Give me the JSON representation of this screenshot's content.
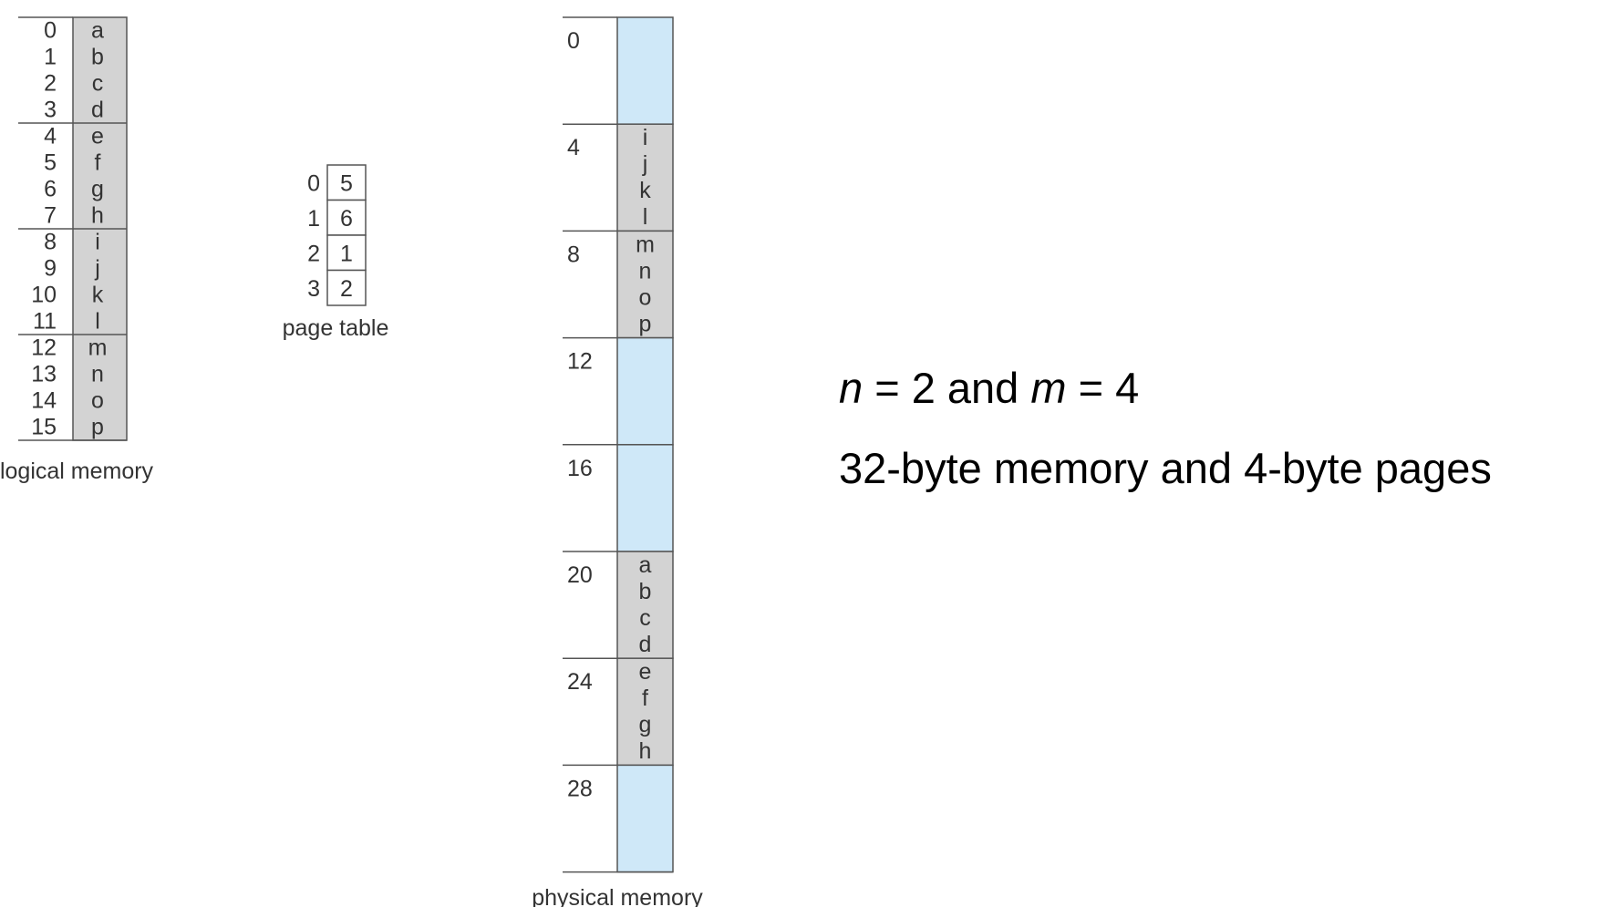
{
  "logical_memory": {
    "label": "logical memory",
    "rows": [
      {
        "address": "0",
        "value": "a"
      },
      {
        "address": "1",
        "value": "b"
      },
      {
        "address": "2",
        "value": "c"
      },
      {
        "address": "3",
        "value": "d"
      },
      {
        "address": "4",
        "value": "e"
      },
      {
        "address": "5",
        "value": "f"
      },
      {
        "address": "6",
        "value": "g"
      },
      {
        "address": "7",
        "value": "h"
      },
      {
        "address": "8",
        "value": "i"
      },
      {
        "address": "9",
        "value": "j"
      },
      {
        "address": "10",
        "value": "k"
      },
      {
        "address": "11",
        "value": "l"
      },
      {
        "address": "12",
        "value": "m"
      },
      {
        "address": "13",
        "value": "n"
      },
      {
        "address": "14",
        "value": "o"
      },
      {
        "address": "15",
        "value": "p"
      }
    ]
  },
  "page_table": {
    "label": "page table",
    "entries": [
      {
        "page": "0",
        "frame": "5"
      },
      {
        "page": "1",
        "frame": "6"
      },
      {
        "page": "2",
        "frame": "1"
      },
      {
        "page": "3",
        "frame": "2"
      }
    ]
  },
  "physical_memory": {
    "label": "physical memory",
    "frames": [
      {
        "address": "0",
        "contents": []
      },
      {
        "address": "4",
        "contents": [
          "i",
          "j",
          "k",
          "l"
        ]
      },
      {
        "address": "8",
        "contents": [
          "m",
          "n",
          "o",
          "p"
        ]
      },
      {
        "address": "12",
        "contents": []
      },
      {
        "address": "16",
        "contents": []
      },
      {
        "address": "20",
        "contents": [
          "a",
          "b",
          "c",
          "d"
        ]
      },
      {
        "address": "24",
        "contents": [
          "e",
          "f",
          "g",
          "h"
        ]
      },
      {
        "address": "28",
        "contents": []
      }
    ]
  },
  "caption": {
    "line1": {
      "var_n": "n",
      "mid1": " = 2 and ",
      "var_m": "m",
      "mid2": " = 4"
    },
    "line2": "32-byte memory and 4-byte pages"
  },
  "colors": {
    "filled_cell": "#d3d3d3",
    "empty_frame": "#cfe8f8",
    "border": "#555555",
    "text": "#333333"
  }
}
